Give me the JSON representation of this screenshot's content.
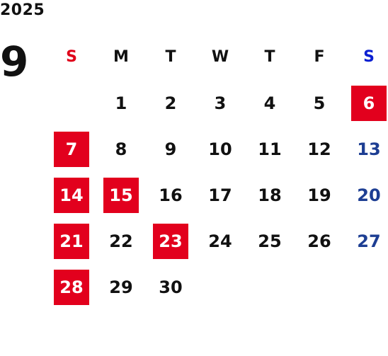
{
  "calendar": {
    "year": "2025",
    "month": "9",
    "weekdays": [
      "S",
      "M",
      "T",
      "W",
      "T",
      "F",
      "S"
    ],
    "weeks": [
      [
        "",
        "1",
        "2",
        "3",
        "4",
        "5",
        "6"
      ],
      [
        "7",
        "8",
        "9",
        "10",
        "11",
        "12",
        "13"
      ],
      [
        "14",
        "15",
        "16",
        "17",
        "18",
        "19",
        "20"
      ],
      [
        "21",
        "22",
        "23",
        "24",
        "25",
        "26",
        "27"
      ],
      [
        "28",
        "29",
        "30",
        "",
        "",
        "",
        ""
      ]
    ],
    "highlighted_days": [
      "6",
      "7",
      "14",
      "15",
      "21",
      "23",
      "28"
    ],
    "colors": {
      "highlight_bg": "#e2001d",
      "sunday_header": "#e0001a",
      "saturday_header": "#0a1fd1",
      "saturday_number": "#1d3e93",
      "text": "#111111"
    }
  }
}
